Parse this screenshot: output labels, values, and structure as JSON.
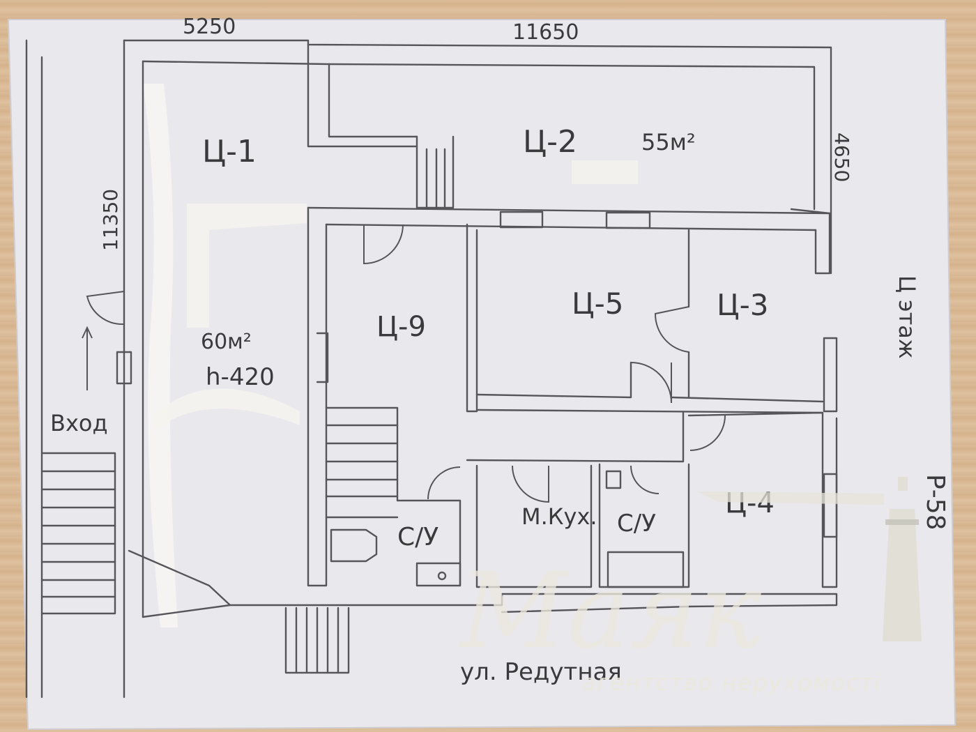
{
  "dimensions": {
    "top_left": "5250",
    "top_main": "11650",
    "left_side": "11350",
    "right_side": "4650"
  },
  "rooms": {
    "c1": "Ц-1",
    "c2": "Ц-2",
    "c2_area": "55м²",
    "c3": "Ц-3",
    "c4": "Ц-4",
    "c5": "Ц-5",
    "c9": "Ц-9",
    "big_area": "60м²",
    "big_height": "h-420",
    "wc1": "С/У",
    "wc2": "С/У",
    "kitchen": "М.Кух."
  },
  "labels": {
    "entrance": "Вход",
    "street": "ул. Редутная",
    "floor": "Ц этаж",
    "code": "Р-58"
  },
  "watermark": {
    "brand": "Маяк",
    "tagline": "агентство нерухомості"
  }
}
